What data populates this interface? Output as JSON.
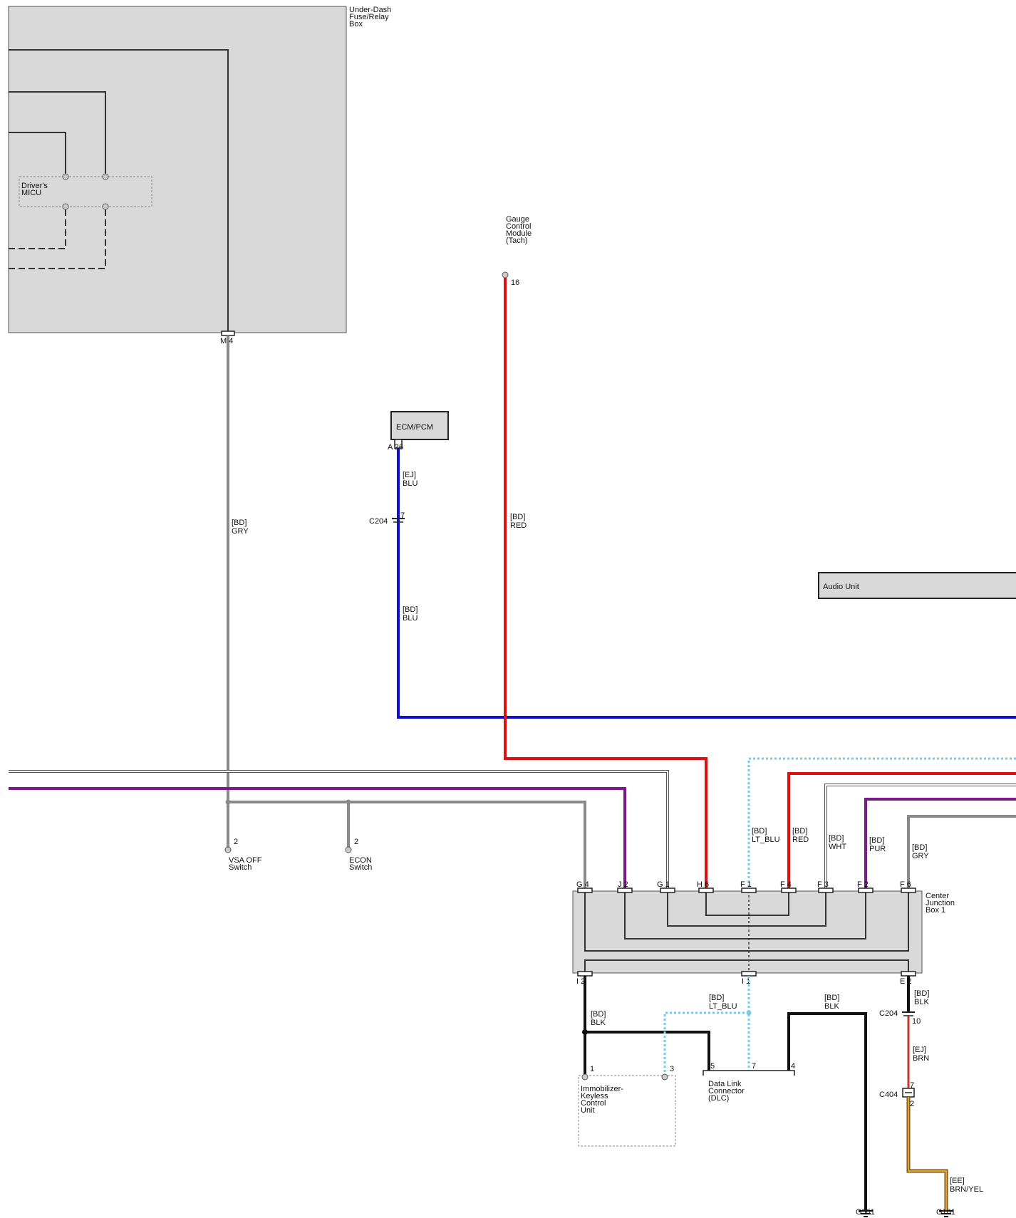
{
  "components": {
    "fuse_box": {
      "name_lines": [
        "Under-Dash",
        "Fuse/Relay",
        "Box"
      ],
      "pin": "M 4"
    },
    "micu": {
      "name_lines": [
        "Driver's",
        "MICU"
      ]
    },
    "ecm": {
      "name": "ECM/PCM",
      "pin": "A 26"
    },
    "gauge": {
      "name_lines": [
        "Gauge",
        "Control",
        "Module",
        "(Tach)"
      ],
      "pin": "16"
    },
    "audio": {
      "name": "Audio Unit"
    },
    "vsa": {
      "name_lines": [
        "VSA OFF",
        "Switch"
      ],
      "pin": "2"
    },
    "econ": {
      "name_lines": [
        "ECON",
        "Switch"
      ],
      "pin": "2"
    },
    "cjb": {
      "name_lines": [
        "Center",
        "Junction",
        "Box 1"
      ],
      "top_pins": [
        "G 4",
        "J 2",
        "G 1",
        "H 6",
        "F 1",
        "F 4",
        "F 3",
        "F 2",
        "F 6"
      ],
      "bottom_pins": [
        "I 2",
        "I 1",
        "E 2"
      ]
    },
    "immobilizer": {
      "name_lines": [
        "Immobilizer-",
        "Keyless",
        "Control",
        "Unit"
      ],
      "pin1": "1",
      "pin3": "3"
    },
    "dlc": {
      "name_lines": [
        "Data Link",
        "Connector",
        "(DLC)"
      ],
      "pins": [
        "5",
        "7",
        "4"
      ]
    },
    "c204_top": {
      "name": "C204",
      "pin": "7"
    },
    "c204_bottom": {
      "name": "C204",
      "pin": "10"
    },
    "c404": {
      "name": "C404",
      "pin_top": "7",
      "pin_bottom": "2"
    },
    "g501": {
      "name": "G501"
    },
    "g101": {
      "name": "G101"
    }
  },
  "wires": {
    "gry_fuse": [
      "[BD]",
      "GRY"
    ],
    "ej_blu": [
      "[EJ]",
      "BLU"
    ],
    "bd_blu": [
      "[BD]",
      "BLU"
    ],
    "bd_red": [
      "[BD]",
      "RED"
    ],
    "lt_blu_top": [
      "[BD]",
      "LT_BLU"
    ],
    "red_right": [
      "[BD]",
      "RED"
    ],
    "wht_right": [
      "[BD]",
      "WHT"
    ],
    "pur_right": [
      "[BD]",
      "PUR"
    ],
    "gry_right": [
      "[BD]",
      "GRY"
    ],
    "blk_left": [
      "[BD]",
      "BLK"
    ],
    "lt_blu_bottom": [
      "[BD]",
      "LT_BLU"
    ],
    "blk_dlc": [
      "[BD]",
      "BLK"
    ],
    "blk_e2": [
      "[BD]",
      "BLK"
    ],
    "ej_brn": [
      "[EJ]",
      "BRN"
    ],
    "ee_brnyel": [
      "[EE]",
      "BRN/YEL"
    ]
  },
  "colors": {
    "gray": "#8a8a8a",
    "blue": "#1010cc",
    "red": "#e01010",
    "purple": "#7a1a8a",
    "lt_blue": "#7ec8e3",
    "black": "#111111",
    "brn_yel": "#c98a1a",
    "box_fill": "#d9d9d9"
  }
}
